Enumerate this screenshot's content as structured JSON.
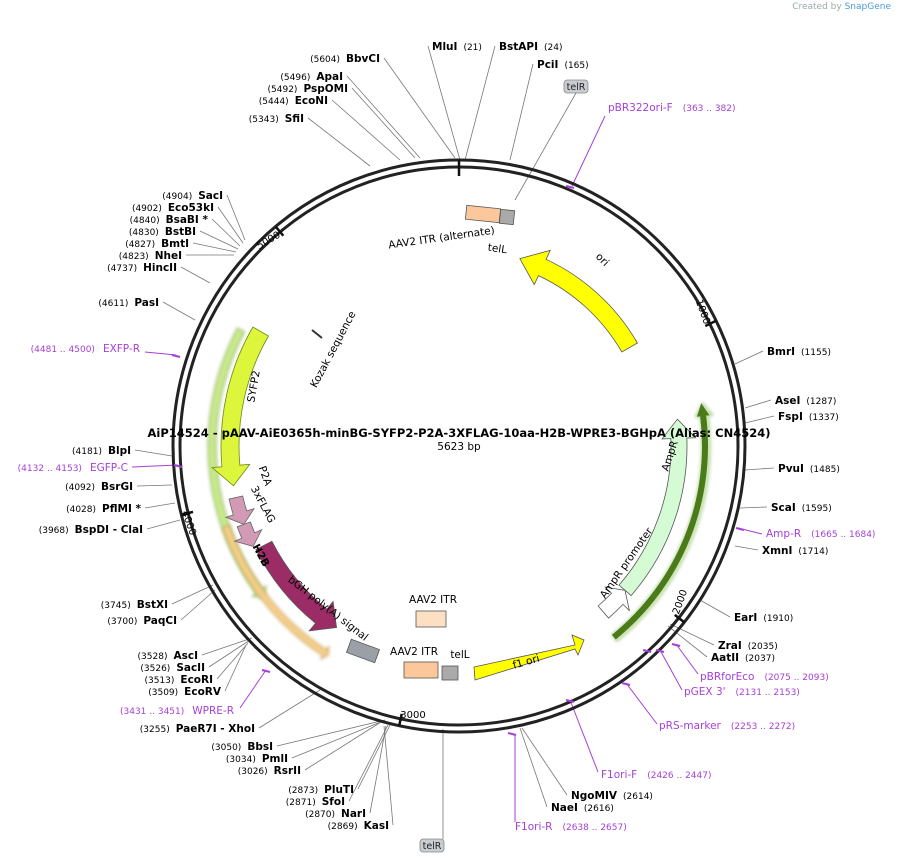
{
  "brand": {
    "prefix": "Created by",
    "name": "SnapGene"
  },
  "map": {
    "title": "AiP14524 - pAAV-AiE0365h-minBG-SYFP2-P2A-3XFLAG-10aa-H2B-WPRE3-BGHpA (Alias: CN4524)",
    "length_label": "5623 bp",
    "total_bp": 5623
  },
  "ticks": [
    "1000",
    "2000",
    "3000",
    "4000",
    "5000"
  ],
  "sites": [
    {
      "name": "MluI",
      "pos": "(21)"
    },
    {
      "name": "BstAPI",
      "pos": "(24)"
    },
    {
      "name": "BbvCI",
      "pos": "(5604)"
    },
    {
      "name": "PciI",
      "pos": "(165)"
    },
    {
      "name": "ApaI",
      "pos": "(5496)"
    },
    {
      "name": "PspOMI",
      "pos": "(5492)"
    },
    {
      "name": "EcoNI",
      "pos": "(5444)"
    },
    {
      "name": "SfiI",
      "pos": "(5343)"
    },
    {
      "name": "SacI",
      "pos": "(4904)"
    },
    {
      "name": "Eco53kI",
      "pos": "(4902)"
    },
    {
      "name": "BsaBI *",
      "pos": "(4840)"
    },
    {
      "name": "BstBI",
      "pos": "(4830)"
    },
    {
      "name": "BmtI",
      "pos": "(4827)"
    },
    {
      "name": "NheI",
      "pos": "(4823)"
    },
    {
      "name": "HincII",
      "pos": "(4737)"
    },
    {
      "name": "PasI",
      "pos": "(4611)"
    },
    {
      "name": "BmrI",
      "pos": "(1155)"
    },
    {
      "name": "AseI",
      "pos": "(1287)"
    },
    {
      "name": "FspI",
      "pos": "(1337)"
    },
    {
      "name": "PvuI",
      "pos": "(1485)"
    },
    {
      "name": "ScaI",
      "pos": "(1595)"
    },
    {
      "name": "XmnI",
      "pos": "(1714)"
    },
    {
      "name": "EarI",
      "pos": "(1910)"
    },
    {
      "name": "ZraI",
      "pos": "(2035)"
    },
    {
      "name": "AatII",
      "pos": "(2037)"
    },
    {
      "name": "BlpI",
      "pos": "(4181)"
    },
    {
      "name": "BsrGI",
      "pos": "(4092)"
    },
    {
      "name": "PflMI *",
      "pos": "(4028)"
    },
    {
      "name": "BspDI - ClaI",
      "pos": "(3968)"
    },
    {
      "name": "BstXI",
      "pos": "(3745)"
    },
    {
      "name": "PaqCI",
      "pos": "(3700)"
    },
    {
      "name": "AscI",
      "pos": "(3528)"
    },
    {
      "name": "SacII",
      "pos": "(3526)"
    },
    {
      "name": "EcoRI",
      "pos": "(3513)"
    },
    {
      "name": "EcoRV",
      "pos": "(3509)"
    },
    {
      "name": "PaeR7I - XhoI",
      "pos": "(3255)"
    },
    {
      "name": "BbsI",
      "pos": "(3050)"
    },
    {
      "name": "PmlI",
      "pos": "(3034)"
    },
    {
      "name": "RsrII",
      "pos": "(3026)"
    },
    {
      "name": "PluTI",
      "pos": "(2873)"
    },
    {
      "name": "SfoI",
      "pos": "(2871)"
    },
    {
      "name": "NarI",
      "pos": "(2870)"
    },
    {
      "name": "KasI",
      "pos": "(2869)"
    },
    {
      "name": "NgoMIV",
      "pos": "(2614)"
    },
    {
      "name": "NaeI",
      "pos": "(2616)"
    }
  ],
  "primers": [
    {
      "name": "pBR322ori-F",
      "range": "(363 .. 382)"
    },
    {
      "name": "EXFP-R",
      "range": "(4481 .. 4500)"
    },
    {
      "name": "EGFP-C",
      "range": "(4132 .. 4153)"
    },
    {
      "name": "Amp-R",
      "range": "(1665 .. 1684)"
    },
    {
      "name": "pBRforEco",
      "range": "(2075 .. 2093)"
    },
    {
      "name": "pGEX 3'",
      "range": "(2131 .. 2153)"
    },
    {
      "name": "pRS-marker",
      "range": "(2253 .. 2272)"
    },
    {
      "name": "WPRE-R",
      "range": "(3431 .. 3451)"
    },
    {
      "name": "F1ori-F",
      "range": "(2426 .. 2447)"
    },
    {
      "name": "F1ori-R",
      "range": "(2638 .. 2657)"
    }
  ],
  "features": {
    "telR_top": "telR",
    "telR_bottom": "telR",
    "itr_alt": "AAV2 ITR (alternate)",
    "telL_top": "telL",
    "ori": "ori",
    "kozak": "Kozak sequence",
    "syfp2": "SYFP2",
    "p2a": "P2A",
    "flag": "3xFLAG",
    "h2b": "H2B",
    "bgh": "bGH poly(A) signal",
    "itr_mid": "AAV2 ITR",
    "itr_low": "AAV2 ITR",
    "telL_low": "telL",
    "f1ori": "f1 ori",
    "ampr": "AmpR",
    "ampr_promoter": "AmpR promoter"
  },
  "colors": {
    "backbone": "#222222",
    "ori": "#ffff00",
    "syfp2": "#ddf53a",
    "ampr": "#d5fbd5",
    "h2b": "#9b2c66",
    "tag": "#d39ab5",
    "itr": "#fcc89b",
    "primer": "#a63fd6"
  }
}
